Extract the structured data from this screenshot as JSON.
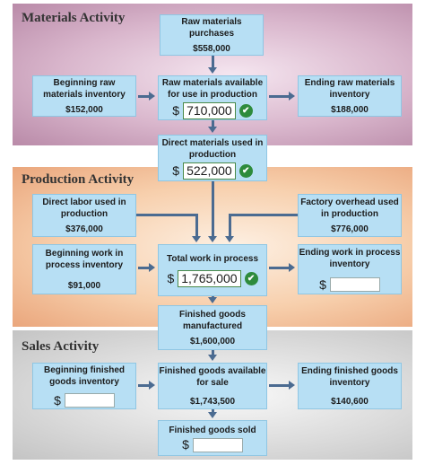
{
  "materials": {
    "title": "Materials Activity",
    "purchases": {
      "label": "Raw materials purchases",
      "value": "$558,000"
    },
    "beginning": {
      "label": "Beginning raw materials inventory",
      "value": "$152,000"
    },
    "available": {
      "label": "Raw materials available for use in production",
      "dollar": "$",
      "answer": "710,000"
    },
    "ending": {
      "label": "Ending raw materials inventory",
      "value": "$188,000"
    }
  },
  "direct_materials": {
    "label": "Direct materials used in production",
    "dollar": "$",
    "answer": "522,000"
  },
  "production": {
    "title": "Production Activity",
    "direct_labor": {
      "label": "Direct labor used in production",
      "value": "$376,000"
    },
    "overhead": {
      "label": "Factory overhead used in production",
      "value": "$776,000"
    },
    "beginning_wip": {
      "label": "Beginning work in process inventory",
      "value": "$91,000"
    },
    "total_wip": {
      "label": "Total work in process",
      "dollar": "$",
      "answer": "1,765,000"
    },
    "ending_wip": {
      "label": "Ending work in process inventory",
      "dollar": "$",
      "answer": ""
    }
  },
  "finished_manufactured": {
    "label": "Finished goods manufactured",
    "value": "$1,600,000"
  },
  "sales": {
    "title": "Sales Activity",
    "beginning_fg": {
      "label": "Beginning finished goods inventory",
      "dollar": "$",
      "answer": ""
    },
    "available_fg": {
      "label": "Finished goods available for sale",
      "value": "$1,743,500"
    },
    "ending_fg": {
      "label": "Ending finished goods inventory",
      "value": "$140,600"
    },
    "sold": {
      "label": "Finished goods sold",
      "dollar": "$",
      "answer": ""
    }
  },
  "icons": {
    "check": "check-circle-icon"
  },
  "colors": {
    "box": "#b7dff4",
    "arrow": "#4b6b91",
    "check": "#2e8b3c"
  }
}
